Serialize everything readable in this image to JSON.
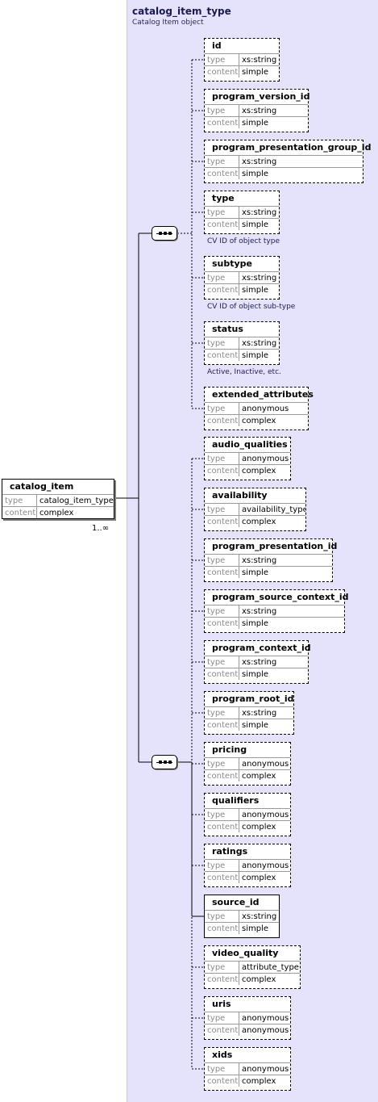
{
  "type_box": {
    "name": "catalog_item_type",
    "doc": "Catalog Item object"
  },
  "root": {
    "name": "catalog_item",
    "type_key": "type",
    "type_value": "catalog_item_type",
    "content_key": "content",
    "content_value": "complex",
    "multiplicity": "1..∞"
  },
  "labels": {
    "type": "type",
    "content": "content"
  },
  "group1": [
    {
      "name": "id",
      "type": "xs:string",
      "content": "simple"
    },
    {
      "name": "program_version_id",
      "type": "xs:string",
      "content": "simple"
    },
    {
      "name": "program_presentation_group_id",
      "type": "xs:string",
      "content": "simple"
    },
    {
      "name": "type",
      "type": "xs:string",
      "content": "simple",
      "doc": "CV ID of object type"
    },
    {
      "name": "subtype",
      "type": "xs:string",
      "content": "simple",
      "doc": "CV ID of object sub-type"
    },
    {
      "name": "status",
      "type": "xs:string",
      "content": "simple",
      "doc": "Active, Inactive, etc."
    },
    {
      "name": "extended_attributes",
      "type": "anonymous",
      "content": "complex"
    }
  ],
  "group2": [
    {
      "name": "audio_qualities",
      "type": "anonymous",
      "content": "complex"
    },
    {
      "name": "availability",
      "type": "availability_type",
      "content": "complex"
    },
    {
      "name": "program_presentation_id",
      "type": "xs:string",
      "content": "simple"
    },
    {
      "name": "program_source_context_id",
      "type": "xs:string",
      "content": "simple"
    },
    {
      "name": "program_context_id",
      "type": "xs:string",
      "content": "simple"
    },
    {
      "name": "program_root_id",
      "type": "xs:string",
      "content": "simple"
    },
    {
      "name": "pricing",
      "type": "anonymous",
      "content": "complex"
    },
    {
      "name": "qualifiers",
      "type": "anonymous",
      "content": "complex"
    },
    {
      "name": "ratings",
      "type": "anonymous",
      "content": "complex"
    },
    {
      "name": "source_id",
      "type": "xs:string",
      "content": "simple"
    },
    {
      "name": "video_quality",
      "type": "attribute_type",
      "content": "complex"
    },
    {
      "name": "uris",
      "type": "anonymous",
      "content": "anonymous"
    },
    {
      "name": "xids",
      "type": "anonymous",
      "content": "complex"
    }
  ]
}
